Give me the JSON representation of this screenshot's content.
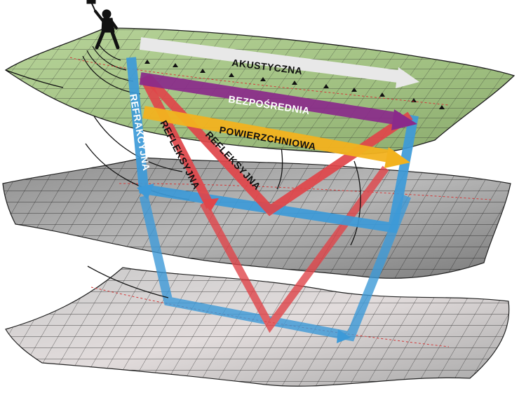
{
  "labels": {
    "acoustic": "AKUSTYCZNA",
    "direct": "BEZPOŚREDNIA",
    "surface": "POWIERZCHNIOWA",
    "refraction": "REFRAKCYJNA",
    "reflection_1": "REFLEKSYJNA",
    "reflection_2": "REFLEKSYJNA"
  },
  "colors": {
    "acoustic": "#e8e8e8",
    "direct": "#8a2a8a",
    "surface": "#f2b21f",
    "refraction": "#3d9ad8",
    "reflection": "#e0454a",
    "surface_layer": "#a9c78a",
    "grid": "#2a2a2a",
    "rock_layer": "#9a9a9a"
  },
  "icons": {
    "person": "person-with-hammer-icon",
    "geophone": "geophone-icon"
  }
}
